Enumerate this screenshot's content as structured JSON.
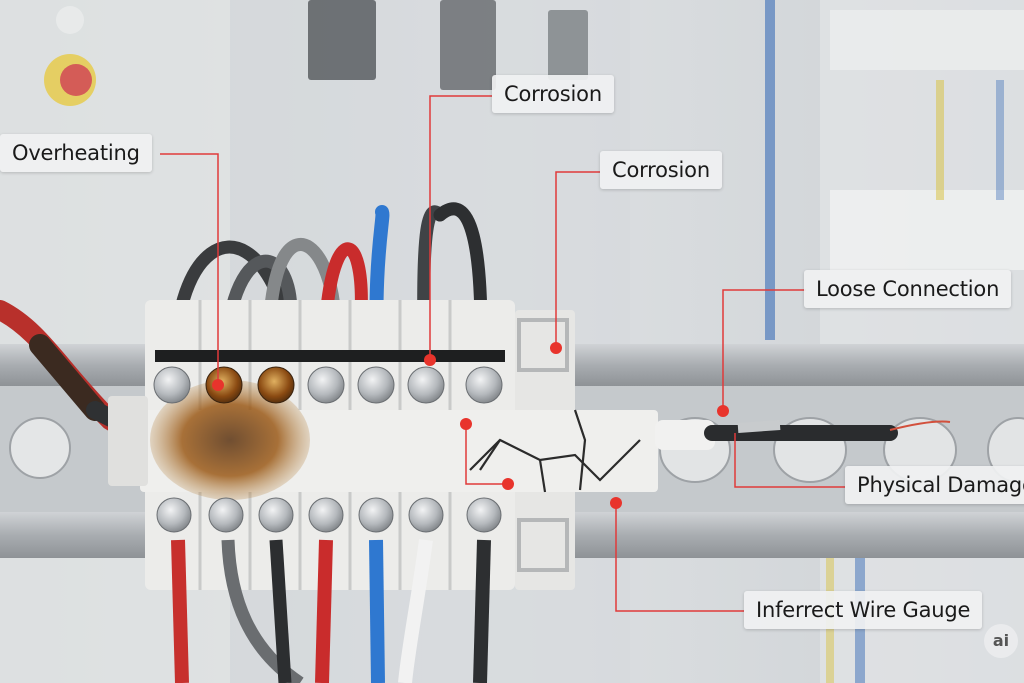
{
  "callouts": {
    "overheating": "Overheating",
    "corrosion_top": "Corrosion",
    "corrosion_right": "Corrosion",
    "loose_connection": "Loose Connection",
    "physical_damage": "Physical Damage",
    "wire_gauge": "Inferrect Wire Gauge"
  },
  "watermark": "ai",
  "colors": {
    "leader_line": "#e03a3a",
    "rust": "#8a4a12",
    "terminal_block": "#eeeeec",
    "din_rail": "#b9bdc1"
  }
}
